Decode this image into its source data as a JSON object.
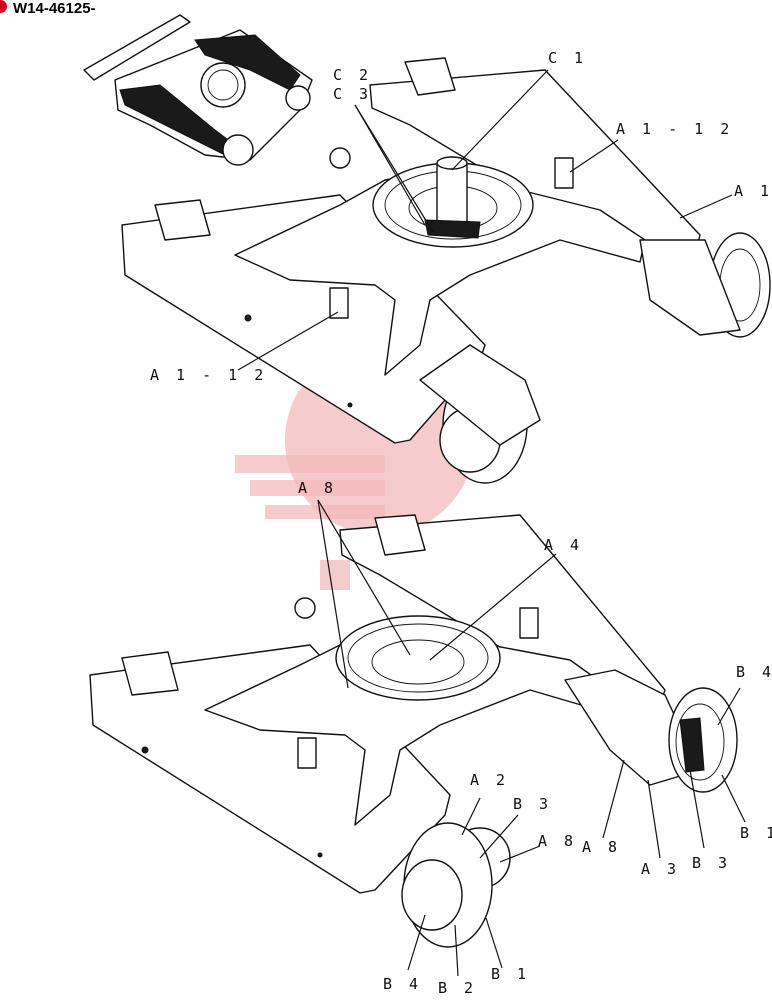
{
  "document": {
    "id": "W14-46125-",
    "accent_color": "#d6001c"
  },
  "callouts": {
    "top_c1": "C 1",
    "top_c2": "C 2",
    "top_c3": "C 3",
    "top_a1_12_right": "A 1 - 1 2",
    "top_a1": "A 1",
    "top_a1_12_left": "A 1 - 1 2",
    "bot_a8_top": "A 8",
    "bot_a4": "A 4",
    "bot_b4_right": "B 4",
    "bot_a2": "A 2",
    "bot_b3_left": "B 3",
    "bot_a8_left": "A 8",
    "bot_a8_right": "A 8",
    "bot_b1_right": "B 1",
    "bot_b3_right": "B 3",
    "bot_a3": "A 3",
    "bot_b4_bottom": "B 4",
    "bot_b2": "B 2",
    "bot_b1_bottom": "B 1"
  },
  "watermark": {
    "color": "#f3b9b9"
  }
}
